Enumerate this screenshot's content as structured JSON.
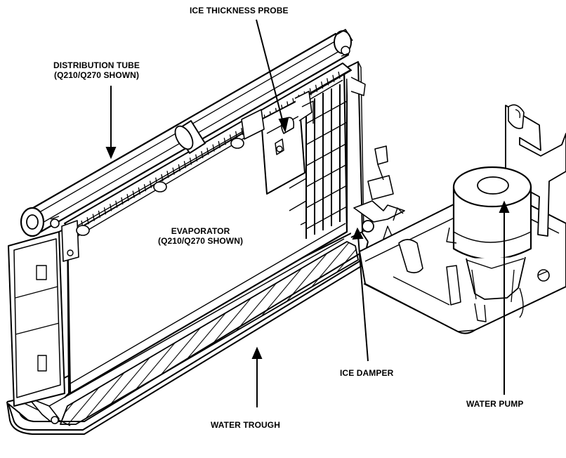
{
  "labels": {
    "ice_thickness_probe": "ICE THICKNESS PROBE",
    "distribution_tube": {
      "line1": "DISTRIBUTION TUBE",
      "line2": "(Q210/Q270 SHOWN)"
    },
    "evaporator": {
      "line1": "EVAPORATOR",
      "line2": "(Q210/Q270 SHOWN)"
    },
    "ice_damper": "ICE DAMPER",
    "water_trough": "WATER TROUGH",
    "water_pump": "WATER PUMP"
  },
  "colors": {
    "ink": "#000000",
    "paper": "#ffffff"
  }
}
